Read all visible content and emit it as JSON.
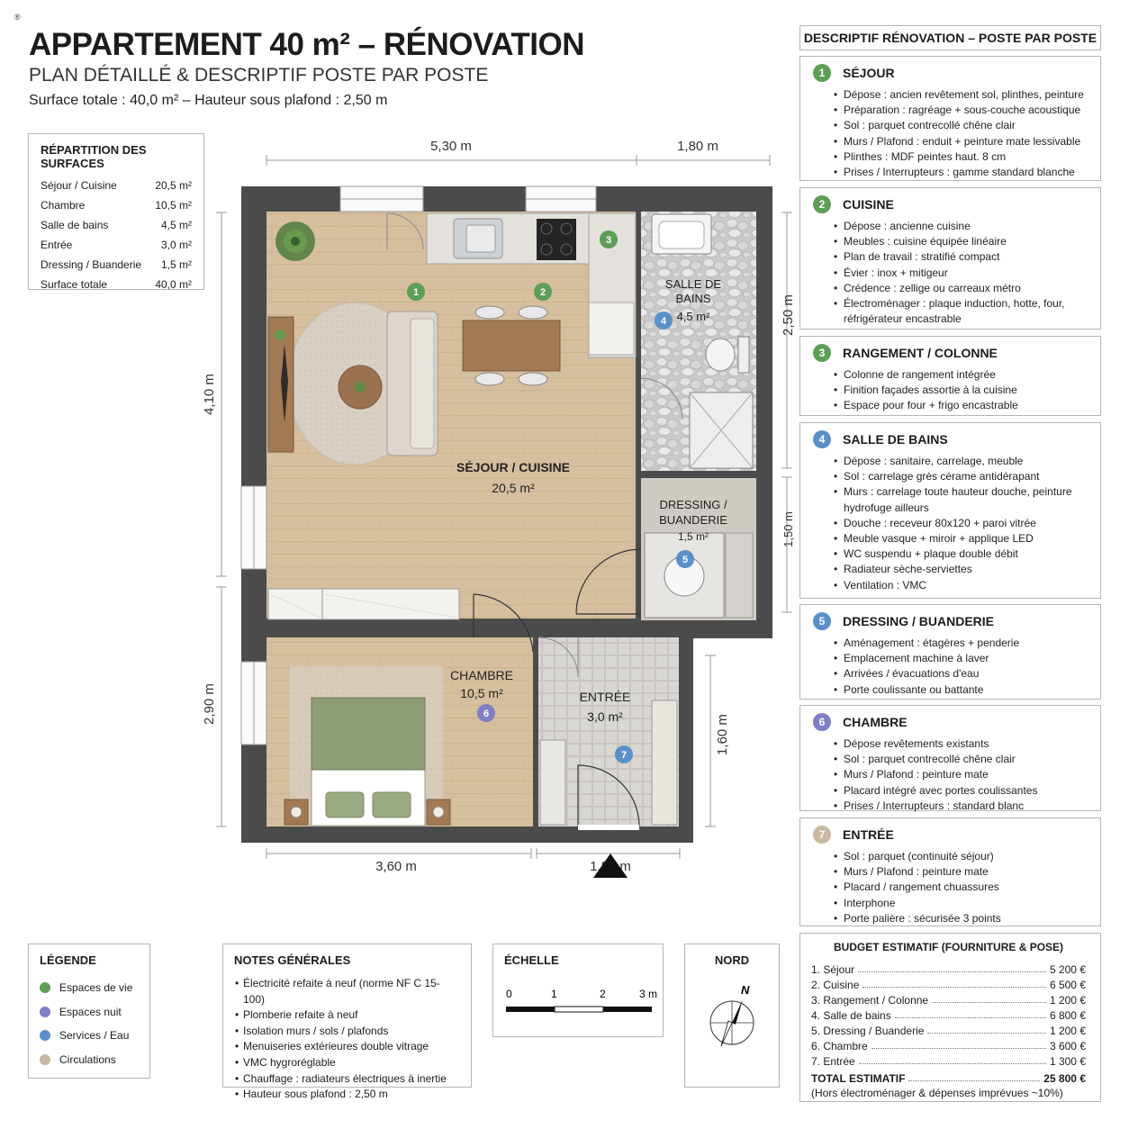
{
  "header": {
    "mark": "®",
    "title": "APPARTEMENT 40 m² – RÉNOVATION",
    "subtitle": "PLAN DÉTAILLÉ & DESCRIPTIF POSTE PAR POSTE",
    "surface_line": "Surface totale : 40,0 m² – Hauteur sous plafond : 2,50 m"
  },
  "surfaces": {
    "title": "RÉPARTITION DES SURFACES",
    "rows": [
      {
        "label": "Séjour / Cuisine",
        "value": "20,5 m²"
      },
      {
        "label": "Chambre",
        "value": "10,5 m²"
      },
      {
        "label": "Salle de bains",
        "value": "4,5 m²"
      },
      {
        "label": "Entrée",
        "value": "3,0 m²"
      },
      {
        "label": "Dressing / Buanderie",
        "value": "1,5 m²"
      },
      {
        "label": "Surface totale",
        "value": "40,0 m²"
      }
    ]
  },
  "plan": {
    "dims": {
      "top_left": "5,30 m",
      "top_right": "1,80 m",
      "left_top": "4,10 m",
      "left_bottom": "2,90 m",
      "right_top": "2,50 m",
      "right_mid": "1,50 m",
      "right_bottom": "1,60 m",
      "bottom_left": "3,60 m",
      "bottom_right": "1,80 m"
    },
    "rooms": {
      "sejour_name": "SÉJOUR / CUISINE",
      "sejour_area": "20,5 m²",
      "sdb_name_1": "SALLE DE",
      "sdb_name_2": "BAINS",
      "sdb_area": "4,5 m²",
      "dressing_name_1": "DRESSING /",
      "dressing_name_2": "BUANDERIE",
      "dressing_area": "1,5 m²",
      "chambre_name": "CHAMBRE",
      "chambre_area": "10,5 m²",
      "entree_name": "ENTRÉE",
      "entree_area": "3,0 m²"
    },
    "markers": [
      "1",
      "2",
      "3",
      "4",
      "5",
      "6",
      "7"
    ]
  },
  "descriptif": {
    "title": "DESCRIPTIF RÉNOVATION – POSTE PAR POSTE",
    "sections": [
      {
        "num": "1",
        "color": "#5e9e57",
        "title": "SÉJOUR",
        "items": [
          {
            "k": "Dépose",
            "v": " : ancien revêtement sol, plinthes, peinture"
          },
          {
            "k": "Préparation",
            "v": " : ragréage + sous-couche acoustique"
          },
          {
            "k": "Sol",
            "v": " : parquet contrecollé chêne clair"
          },
          {
            "k": "Murs / Plafond",
            "v": " : enduit + peinture mate lessivable"
          },
          {
            "k": "Plinthes",
            "v": " : MDF peintes haut. 8 cm"
          },
          {
            "k": "Prises / Interrupteurs",
            "v": " : gamme standard blanche"
          }
        ]
      },
      {
        "num": "2",
        "color": "#5e9e57",
        "title": "CUISINE",
        "items": [
          {
            "k": "Dépose",
            "v": " : ancienne cuisine"
          },
          {
            "k": "Meubles",
            "v": " : cuisine équipée linéaire"
          },
          {
            "k": "Plan de travail",
            "v": " : stratifié compact"
          },
          {
            "k": "Évier",
            "v": " : inox + mitigeur"
          },
          {
            "k": "Crédence",
            "v": " : zellige ou carreaux métro"
          },
          {
            "k": "Électroménager",
            "v": " : plaque induction, hotte, four, réfrigérateur encastrable"
          }
        ]
      },
      {
        "num": "3",
        "color": "#5e9e57",
        "title": "RANGEMENT / COLONNE",
        "items": [
          {
            "k": "",
            "v": "Colonne de rangement intégrée"
          },
          {
            "k": "",
            "v": "Finition façades assortie à la cuisine"
          },
          {
            "k": "",
            "v": "Espace pour four + frigo encastrable"
          }
        ]
      },
      {
        "num": "4",
        "color": "#5b8fc7",
        "title": "SALLE DE BAINS",
        "items": [
          {
            "k": "Dépose",
            "v": " : sanitaire, carrelage, meuble"
          },
          {
            "k": "Sol",
            "v": " : carrelage grès cérame antidérapant"
          },
          {
            "k": "Murs",
            "v": " : carrelage toute hauteur douche, peinture hydrofuge ailleurs"
          },
          {
            "k": "Douche",
            "v": " : receveur 80x120 + paroi vitrée"
          },
          {
            "k": "Meuble vasque + miroir + applique LED",
            "v": ""
          },
          {
            "k": "WC suspendu",
            "v": " + plaque double débit"
          },
          {
            "k": "Radiateur sèche-serviettes",
            "v": ""
          },
          {
            "k": "Ventilation",
            "v": " : VMC"
          }
        ]
      },
      {
        "num": "5",
        "color": "#5b8fc7",
        "title": "DRESSING / BUANDERIE",
        "items": [
          {
            "k": "Aménagement",
            "v": " : étagères + penderie"
          },
          {
            "k": "",
            "v": "Emplacement machine à laver"
          },
          {
            "k": "",
            "v": "Arrivées / évacuations d'eau"
          },
          {
            "k": "",
            "v": "Porte coulissante ou battante"
          }
        ]
      },
      {
        "num": "6",
        "color": "#7f7fc4",
        "title": "CHAMBRE",
        "items": [
          {
            "k": "",
            "v": "Dépose revêtements existants"
          },
          {
            "k": "Sol",
            "v": " : parquet contrecollé chêne clair"
          },
          {
            "k": "Murs / Plafond",
            "v": " : peinture mate"
          },
          {
            "k": "",
            "v": "Placard intégré avec portes coulissantes"
          },
          {
            "k": "Prises / Interrupteurs",
            "v": " : standard blanc"
          }
        ]
      },
      {
        "num": "7",
        "color": "#c9b9a3",
        "title": "ENTRÉE",
        "items": [
          {
            "k": "Sol",
            "v": " : parquet (continuité séjour)"
          },
          {
            "k": "Murs / Plafond",
            "v": " : peinture mate"
          },
          {
            "k": "",
            "v": "Placard / rangement chuassures"
          },
          {
            "k": "",
            "v": "Interphone"
          },
          {
            "k": "Porte palière",
            "v": " : sécurisée 3 points"
          }
        ]
      }
    ]
  },
  "budget": {
    "title": "BUDGET ESTIMATIF (FOURNITURE & POSE)",
    "rows": [
      {
        "label": "1. Séjour",
        "value": "5 200 €"
      },
      {
        "label": "2. Cuisine",
        "value": "6 500 €"
      },
      {
        "label": "3. Rangement / Colonne",
        "value": "1 200 €"
      },
      {
        "label": "4. Salle de bains",
        "value": "6 800 €"
      },
      {
        "label": "5. Dressing / Buanderie",
        "value": "1 200 €"
      },
      {
        "label": "6. Chambre",
        "value": "3 600 €"
      },
      {
        "label": "7. Entrée",
        "value": "1 300 €"
      }
    ],
    "total_label": "TOTAL ESTIMATIF",
    "total_value": "25 800 €",
    "note": "(Hors électroménager & dépenses imprévues ~10%)"
  },
  "legend": {
    "title": "LÉGENDE",
    "items": [
      {
        "label": "Espaces de vie",
        "color": "#5e9e57"
      },
      {
        "label": "Espaces nuit",
        "color": "#7f7fc4"
      },
      {
        "label": "Services / Eau",
        "color": "#5b8fc7"
      },
      {
        "label": "Circulations",
        "color": "#c9b9a3"
      }
    ]
  },
  "notes": {
    "title": "NOTES GÉNÉRALES",
    "items": [
      "Électricité refaite à neuf (norme NF C 15-100)",
      "Plomberie refaite à neuf",
      "Isolation murs / sols / plafonds",
      "Menuiseries extérieures double vitrage",
      "VMC hygroréglable",
      "Chauffage : radiateurs électriques à inertie",
      "Hauteur sous plafond : 2,50 m"
    ]
  },
  "scale": {
    "title": "ÉCHELLE",
    "ticks": [
      "0",
      "1",
      "2",
      "3 m"
    ]
  },
  "north": {
    "title": "NORD",
    "letter": "N"
  },
  "colors": {
    "wall": "#4b4b4b",
    "floor_wood": "#d6bf9f",
    "entry_floor": "#ddd6cc",
    "tile": "#cfcfcf",
    "living": "#5e9e57",
    "night": "#7f7fc4",
    "service": "#5b8fc7",
    "circulation": "#c9b9a3"
  }
}
